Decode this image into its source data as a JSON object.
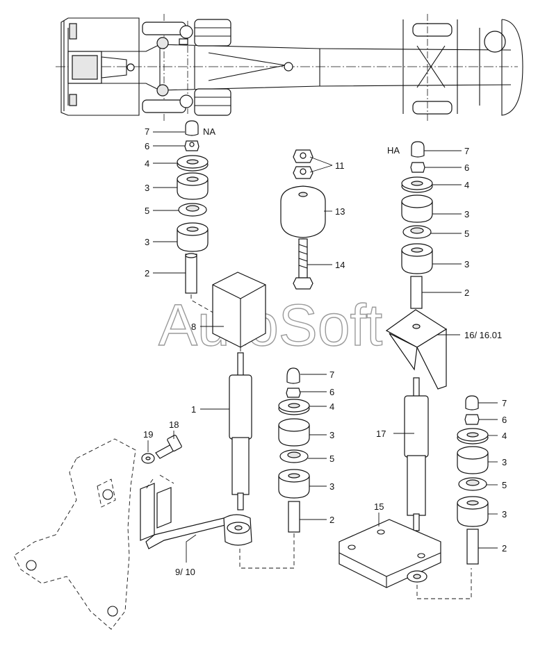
{
  "watermark": "AutoSoft",
  "chassis": {
    "front_axle_label": "NA",
    "rear_axle_label": "HA"
  },
  "callouts": [
    {
      "id": "c-na-7",
      "text": "7"
    },
    {
      "id": "c-na-6",
      "text": "6"
    },
    {
      "id": "c-na-4",
      "text": "4"
    },
    {
      "id": "c-na-3a",
      "text": "3"
    },
    {
      "id": "c-na-5",
      "text": "5"
    },
    {
      "id": "c-na-3b",
      "text": "3"
    },
    {
      "id": "c-na-2",
      "text": "2"
    },
    {
      "id": "c-8",
      "text": "8"
    },
    {
      "id": "c-1",
      "text": "1"
    },
    {
      "id": "c-11",
      "text": "11"
    },
    {
      "id": "c-13",
      "text": "13"
    },
    {
      "id": "c-14",
      "text": "14"
    },
    {
      "id": "c-mid-7",
      "text": "7"
    },
    {
      "id": "c-mid-6",
      "text": "6"
    },
    {
      "id": "c-mid-4",
      "text": "4"
    },
    {
      "id": "c-mid-3a",
      "text": "3"
    },
    {
      "id": "c-mid-5",
      "text": "5"
    },
    {
      "id": "c-mid-3b",
      "text": "3"
    },
    {
      "id": "c-mid-2",
      "text": "2"
    },
    {
      "id": "c-18",
      "text": "18"
    },
    {
      "id": "c-19",
      "text": "19"
    },
    {
      "id": "c-9-10",
      "text": "9/ 10"
    },
    {
      "id": "c-ha-7",
      "text": "7"
    },
    {
      "id": "c-ha-6",
      "text": "6"
    },
    {
      "id": "c-ha-4",
      "text": "4"
    },
    {
      "id": "c-ha-3a",
      "text": "3"
    },
    {
      "id": "c-ha-5",
      "text": "5"
    },
    {
      "id": "c-ha-3b",
      "text": "3"
    },
    {
      "id": "c-ha-2",
      "text": "2"
    },
    {
      "id": "c-16",
      "text": "16/ 16.01"
    },
    {
      "id": "c-17",
      "text": "17"
    },
    {
      "id": "c-15",
      "text": "15"
    },
    {
      "id": "c-r-7",
      "text": "7"
    },
    {
      "id": "c-r-6",
      "text": "6"
    },
    {
      "id": "c-r-4",
      "text": "4"
    },
    {
      "id": "c-r-3a",
      "text": "3"
    },
    {
      "id": "c-r-5",
      "text": "5"
    },
    {
      "id": "c-r-3b",
      "text": "3"
    },
    {
      "id": "c-r-2",
      "text": "2"
    }
  ]
}
